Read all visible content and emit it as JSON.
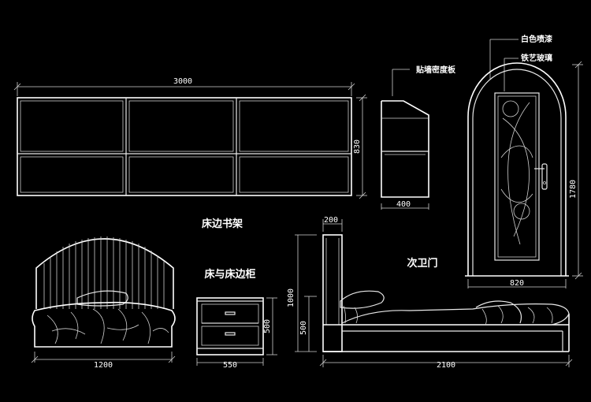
{
  "drawing": {
    "background": "#000000",
    "line_color": "#e8e8e8"
  },
  "shelf": {
    "width_label": "3000",
    "height_label": "830",
    "title": "床边书架"
  },
  "side_panel": {
    "note": "贴墙密度板",
    "width_label": "400"
  },
  "door": {
    "note_top": "白色喷漆",
    "note_glass": "铁艺玻璃",
    "height_label": "1780",
    "width_label": "820",
    "title": "次卫门"
  },
  "bed_front": {
    "width_label": "1200"
  },
  "cabinet": {
    "title": "床与床边柜",
    "width_label": "550",
    "height_label": "500"
  },
  "bed_side": {
    "headboard_label": "200",
    "height_total_label": "1000",
    "height_low_label": "500",
    "length_label": "2100"
  }
}
